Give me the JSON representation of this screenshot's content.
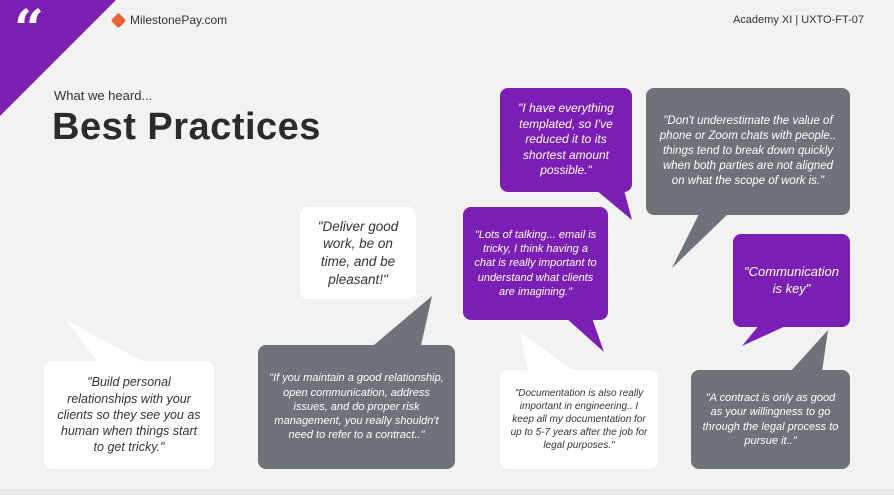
{
  "brand": {
    "name": "MilestonePay.com",
    "icon": "diamond-logo-icon",
    "color": "#e8633a"
  },
  "course_code": "Academy XI | UXTO-FT-07",
  "heading": {
    "kicker": "What we heard...",
    "title": "Best Practices"
  },
  "decor": {
    "quote_glyph": "“",
    "corner_color": "#7b1fb4"
  },
  "colors": {
    "purple": "#7b1fb4",
    "gray": "#6e737a",
    "white": "#ffffff"
  },
  "quotes": [
    {
      "text": "\"Build personal relationships with your clients so they see you as human when things start to get tricky.\"",
      "style": "white"
    },
    {
      "text": "\"Deliver good work, be on time, and be pleasant!\"",
      "style": "white"
    },
    {
      "text": "\"If you maintain a good relationship, open communication, address issues, and do proper risk management, you really shouldn't need to refer to a contract..\"",
      "style": "gray"
    },
    {
      "text": "\"Documentation is also really important in engineering.. I keep all my documentation for up to 5-7 years after the job for legal purposes.\"",
      "style": "white"
    },
    {
      "text": "\"Lots of talking... email is tricky, I think having a chat is really important to understand what clients are imagining.\"",
      "style": "purple"
    },
    {
      "text": "\"I have everything templated, so I've reduced it to its shortest amount possible.\"",
      "style": "purple"
    },
    {
      "text": "\"Don't underestimate the value of phone or Zoom chats with people.. things tend to break down quickly when both parties are not aligned on what the scope of work is.\"",
      "style": "gray"
    },
    {
      "text": "\"Communication is key\"",
      "style": "purple"
    },
    {
      "text": "\"A contract is only as good as your willingness to go through the legal process to pursue it..\"",
      "style": "gray"
    }
  ]
}
